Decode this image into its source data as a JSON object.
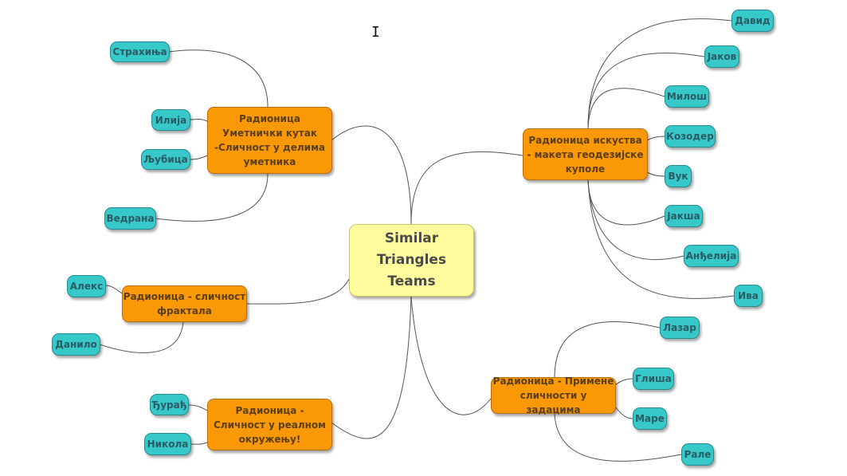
{
  "center": {
    "label": "Similar Triangles Teams",
    "lines": [
      "Similar",
      "Triangles",
      "Teams"
    ]
  },
  "branches": [
    {
      "label": "Радионица Уметнички кутак -Сличност у делима уметника",
      "lines": [
        "Радионица",
        "Уметнички кутак",
        "-Сличност у делима",
        "уметника"
      ],
      "members": [
        "Страхиња",
        "Илија",
        "Љубица",
        "Ведрана"
      ]
    },
    {
      "label": "Радионица искуства - макета геодезиjске куполе",
      "lines": [
        "Радионица искуства",
        "- макета геодезиjске",
        "куполе"
      ],
      "members": [
        "Давид",
        "Јаков",
        "Милош",
        "Козодер",
        "Вук",
        "Јакша",
        "Анђелија",
        "Ива"
      ]
    },
    {
      "label": "Радионица - сличност фрактала",
      "lines": [
        "Радионица - сличност",
        "фрактала"
      ],
      "members": [
        "Алекс",
        "Данило"
      ]
    },
    {
      "label": "Радионица - Примене сличности у задацима",
      "lines": [
        "Радионица - Примене",
        "сличности у задацима"
      ],
      "members": [
        "Лазар",
        "Глиша",
        "Маре",
        "Рале"
      ]
    },
    {
      "label": "Радионица - Сличност у реалном окружењу!",
      "lines": [
        "Радионица -",
        "Сличност у реалном",
        "окружењу!"
      ],
      "members": [
        "Ђурађ",
        "Никола"
      ]
    }
  ],
  "colors": {
    "center": "#FEFC9C",
    "branch": "#FB9805",
    "leaf": "#37C8CA",
    "link": "#555555"
  },
  "cursor": {
    "glyph": "I"
  }
}
